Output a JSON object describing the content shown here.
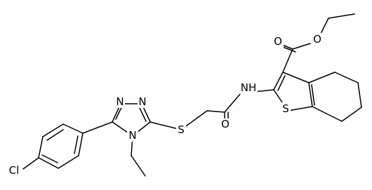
{
  "atoms": {
    "cl": "Cl",
    "n_left": "N",
    "n_right": "N",
    "n_bottom": "N",
    "s_thio": "S",
    "o_amide": "O",
    "nh": "NH",
    "s_ring": "S",
    "o_carbonyl": "O",
    "o_ester": "O"
  },
  "colors": {
    "bond": "#000000",
    "label": "#000000",
    "background": "#ffffff"
  }
}
